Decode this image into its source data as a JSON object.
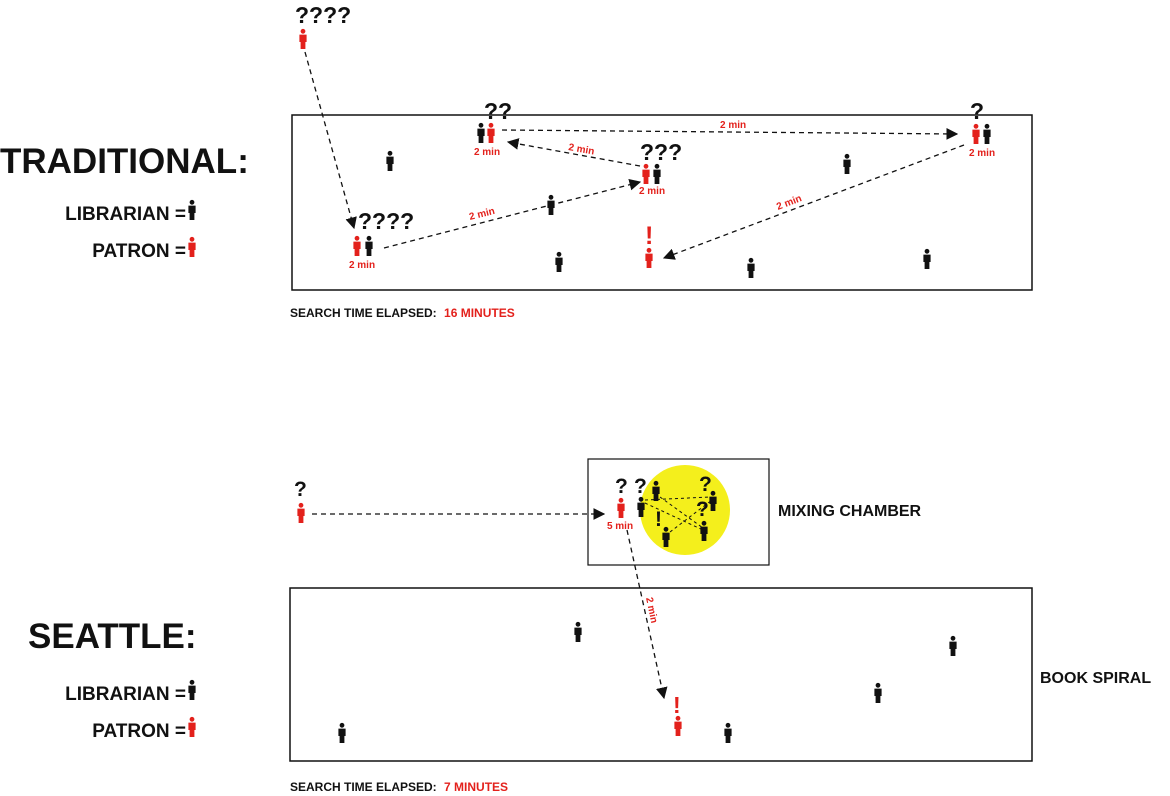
{
  "traditional": {
    "title": "TRADITIONAL:",
    "legend": {
      "librarian": "LIBRARIAN =",
      "patron": "PATRON ="
    },
    "search_time": {
      "label": "SEARCH TIME ELAPSED:",
      "value": "16 MINUTES"
    },
    "marks": {
      "start": "????",
      "stop1": "????",
      "stop2": "???",
      "stop3": "??",
      "stop4": "?",
      "found": "!"
    },
    "times": {
      "stop1": "2 min",
      "stop2": "2 min",
      "stop3": "2 min",
      "stop4": "2 min",
      "leg1": "2 min",
      "leg2": "2 min",
      "leg3": "2 min",
      "leg4": "2 min"
    }
  },
  "seattle": {
    "title": "SEATTLE:",
    "legend": {
      "librarian": "LIBRARIAN =",
      "patron": "PATRON ="
    },
    "search_time": {
      "label": "SEARCH TIME ELAPSED:",
      "value": "7 MINUTES"
    },
    "mixing_chamber": "MIXING CHAMBER",
    "book_spiral": "BOOK SPIRAL",
    "marks": {
      "start": "?",
      "patron": "?",
      "lib_a": "?",
      "lib_b": "?",
      "lib_c": "?",
      "lib_d": "!",
      "found": "!"
    },
    "times": {
      "chamber": "5 min",
      "descend": "2 min"
    }
  },
  "colors": {
    "patron": "#e3211c",
    "librarian": "#111111",
    "chamber": "#f4ef1c",
    "text": "#111111"
  },
  "icons": {
    "librarian": "person-icon-black",
    "patron": "person-icon-red"
  }
}
